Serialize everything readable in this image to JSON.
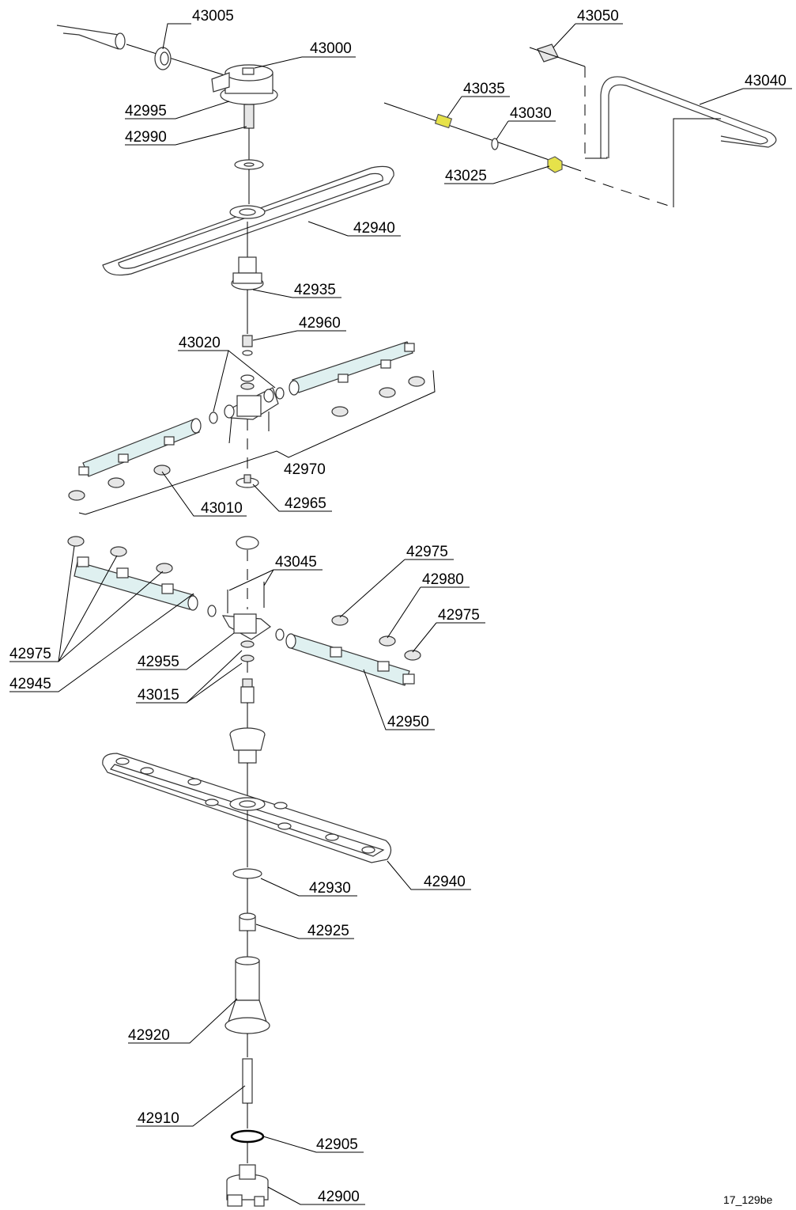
{
  "callouts": [
    {
      "id": "c43005",
      "text": "43005"
    },
    {
      "id": "c43000",
      "text": "43000"
    },
    {
      "id": "c42995",
      "text": "42995"
    },
    {
      "id": "c42990",
      "text": "42990"
    },
    {
      "id": "c42940a",
      "text": "42940"
    },
    {
      "id": "c42935",
      "text": "42935"
    },
    {
      "id": "c42960",
      "text": "42960"
    },
    {
      "id": "c43020",
      "text": "43020"
    },
    {
      "id": "c42970",
      "text": "42970"
    },
    {
      "id": "c43010",
      "text": "43010"
    },
    {
      "id": "c42965",
      "text": "42965"
    },
    {
      "id": "c43050",
      "text": "43050"
    },
    {
      "id": "c43040",
      "text": "43040"
    },
    {
      "id": "c43035",
      "text": "43035"
    },
    {
      "id": "c43030",
      "text": "43030"
    },
    {
      "id": "c43025",
      "text": "43025"
    },
    {
      "id": "c43045",
      "text": "43045"
    },
    {
      "id": "c42975a",
      "text": "42975"
    },
    {
      "id": "c42980",
      "text": "42980"
    },
    {
      "id": "c42975b",
      "text": "42975"
    },
    {
      "id": "c42975c",
      "text": "42975"
    },
    {
      "id": "c42945",
      "text": "42945"
    },
    {
      "id": "c42955",
      "text": "42955"
    },
    {
      "id": "c43015",
      "text": "43015"
    },
    {
      "id": "c42950",
      "text": "42950"
    },
    {
      "id": "c42940b",
      "text": "42940"
    },
    {
      "id": "c42930",
      "text": "42930"
    },
    {
      "id": "c42925",
      "text": "42925"
    },
    {
      "id": "c42920",
      "text": "42920"
    },
    {
      "id": "c42910",
      "text": "42910"
    },
    {
      "id": "c42905",
      "text": "42905"
    },
    {
      "id": "c42900",
      "text": "42900"
    }
  ],
  "drawing_code": "17_129be"
}
